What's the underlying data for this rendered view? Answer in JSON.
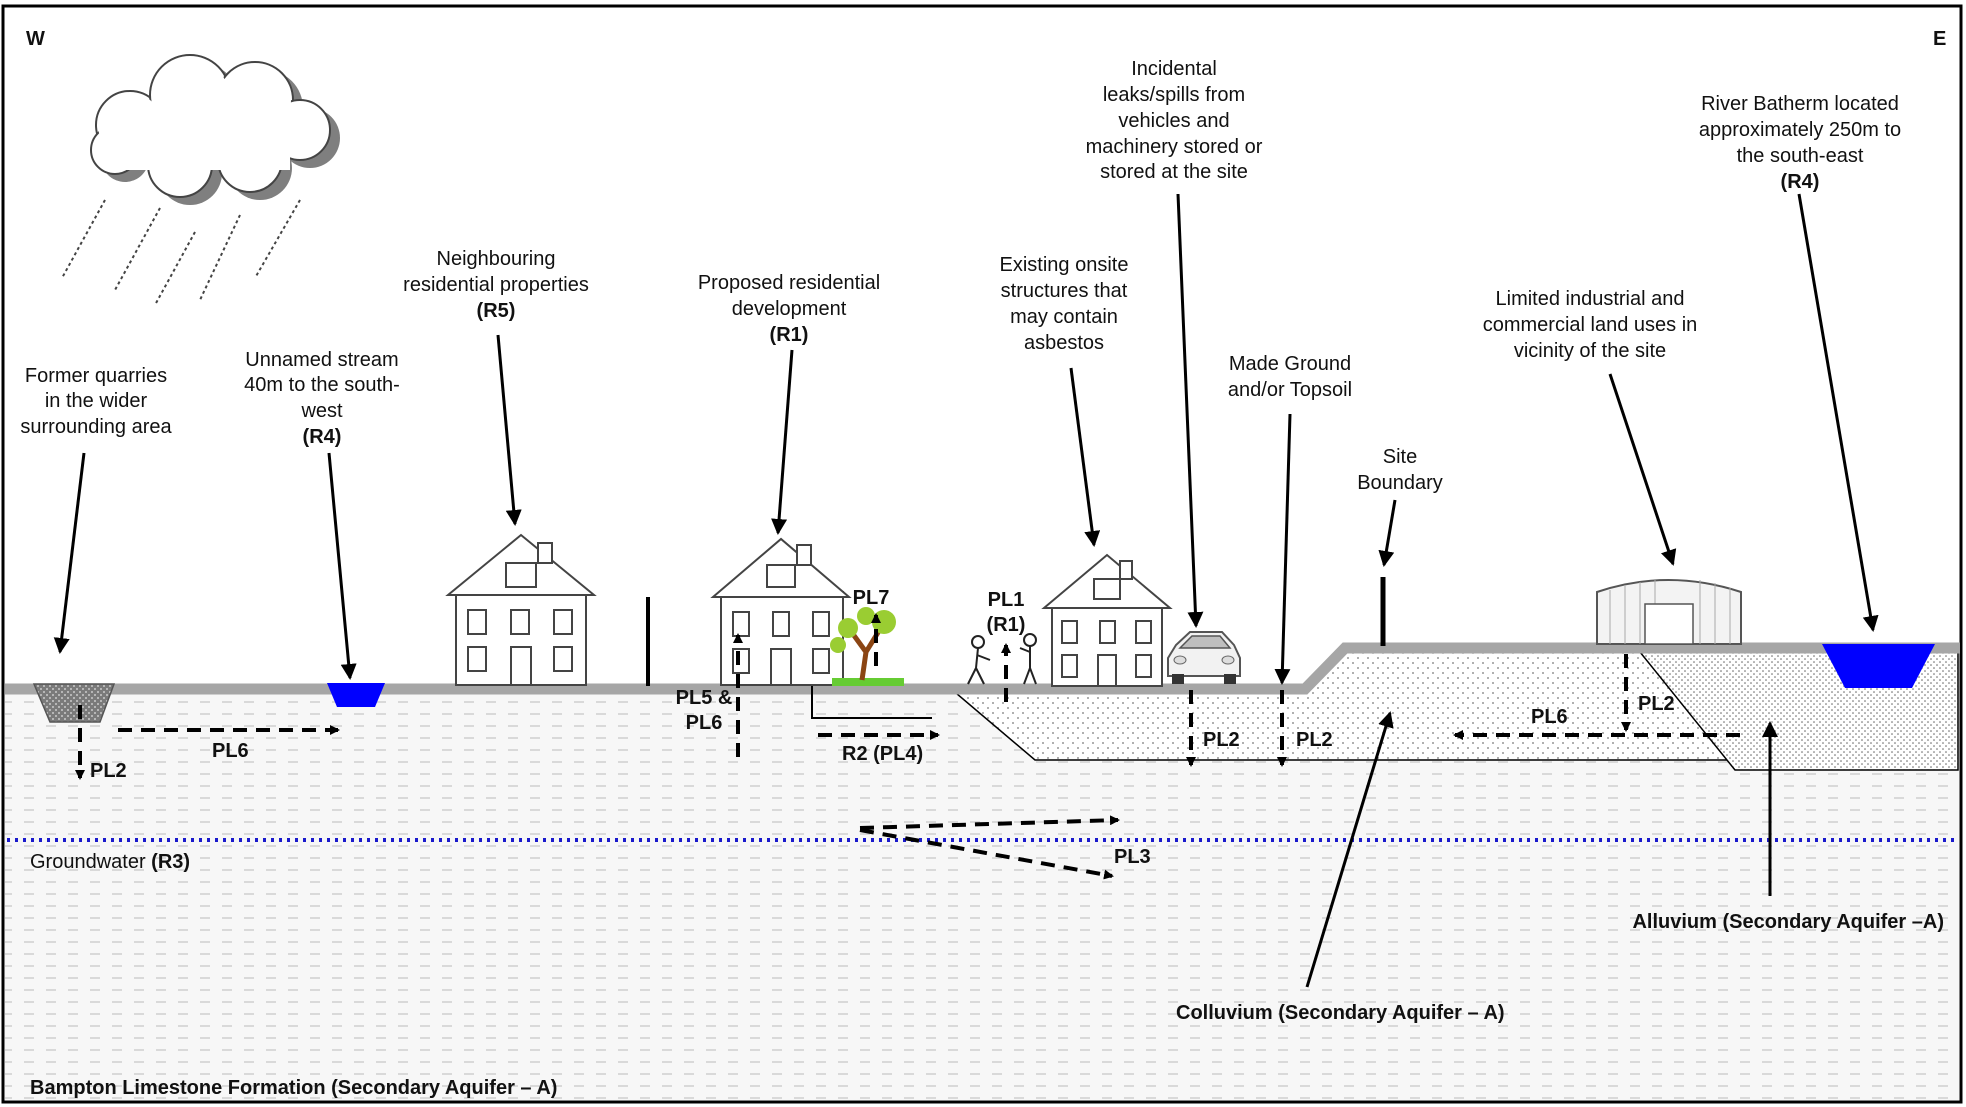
{
  "compass": {
    "west": "W",
    "east": "E"
  },
  "labels": {
    "quarries": [
      "Former quarries",
      "in the wider",
      "surrounding area"
    ],
    "stream": [
      "Unnamed stream",
      "40m to the south-",
      "west"
    ],
    "stream_code": "(R4)",
    "neighbouring": [
      "Neighbouring",
      "residential properties"
    ],
    "neighbouring_code": "(R5)",
    "proposed": [
      "Proposed residential",
      "development"
    ],
    "proposed_code": "(R1)",
    "asbestos": [
      "Existing onsite",
      "structures that",
      "may contain",
      "asbestos"
    ],
    "incidental": [
      "Incidental",
      "leaks/spills from",
      "vehicles and",
      "machinery stored or",
      "stored at the site"
    ],
    "made_ground": [
      "Made Ground",
      "and/or Topsoil"
    ],
    "site_boundary": [
      "Site",
      "Boundary"
    ],
    "industrial": [
      "Limited industrial and",
      "commercial land uses in",
      "vicinity of the site"
    ],
    "river": [
      "River Batherm located",
      "approximately 250m to",
      "the south-east"
    ],
    "river_code": "(R4)"
  },
  "pathways": {
    "pl1": "PL1",
    "pl1_code": "(R1)",
    "pl2": "PL2",
    "pl3": "PL3",
    "pl5": "PL5 &",
    "pl5b": "PL6",
    "pl6": "PL6",
    "pl7": "PL7",
    "r2": "R2 (PL4)"
  },
  "strata": {
    "groundwater": "Groundwater ",
    "groundwater_code": "(R3)",
    "alluvium": "Alluvium (Secondary Aquifer –A)",
    "colluvium": "Colluvium (Secondary Aquifer – A)",
    "bampton": "Bampton Limestone Formation (Secondary Aquifer – A)"
  },
  "colors": {
    "water": "#0000ff",
    "groundwater_line": "#1a1acc",
    "ground_surface": "#a6a6a6",
    "grass": "#66cc33",
    "tree_trunk": "#8b4513",
    "tree_leaves": "#9acd32"
  },
  "icons": [
    "rain-cloud-icon",
    "house-icon",
    "car-icon",
    "tree-icon",
    "people-icon",
    "industrial-shed-icon"
  ]
}
